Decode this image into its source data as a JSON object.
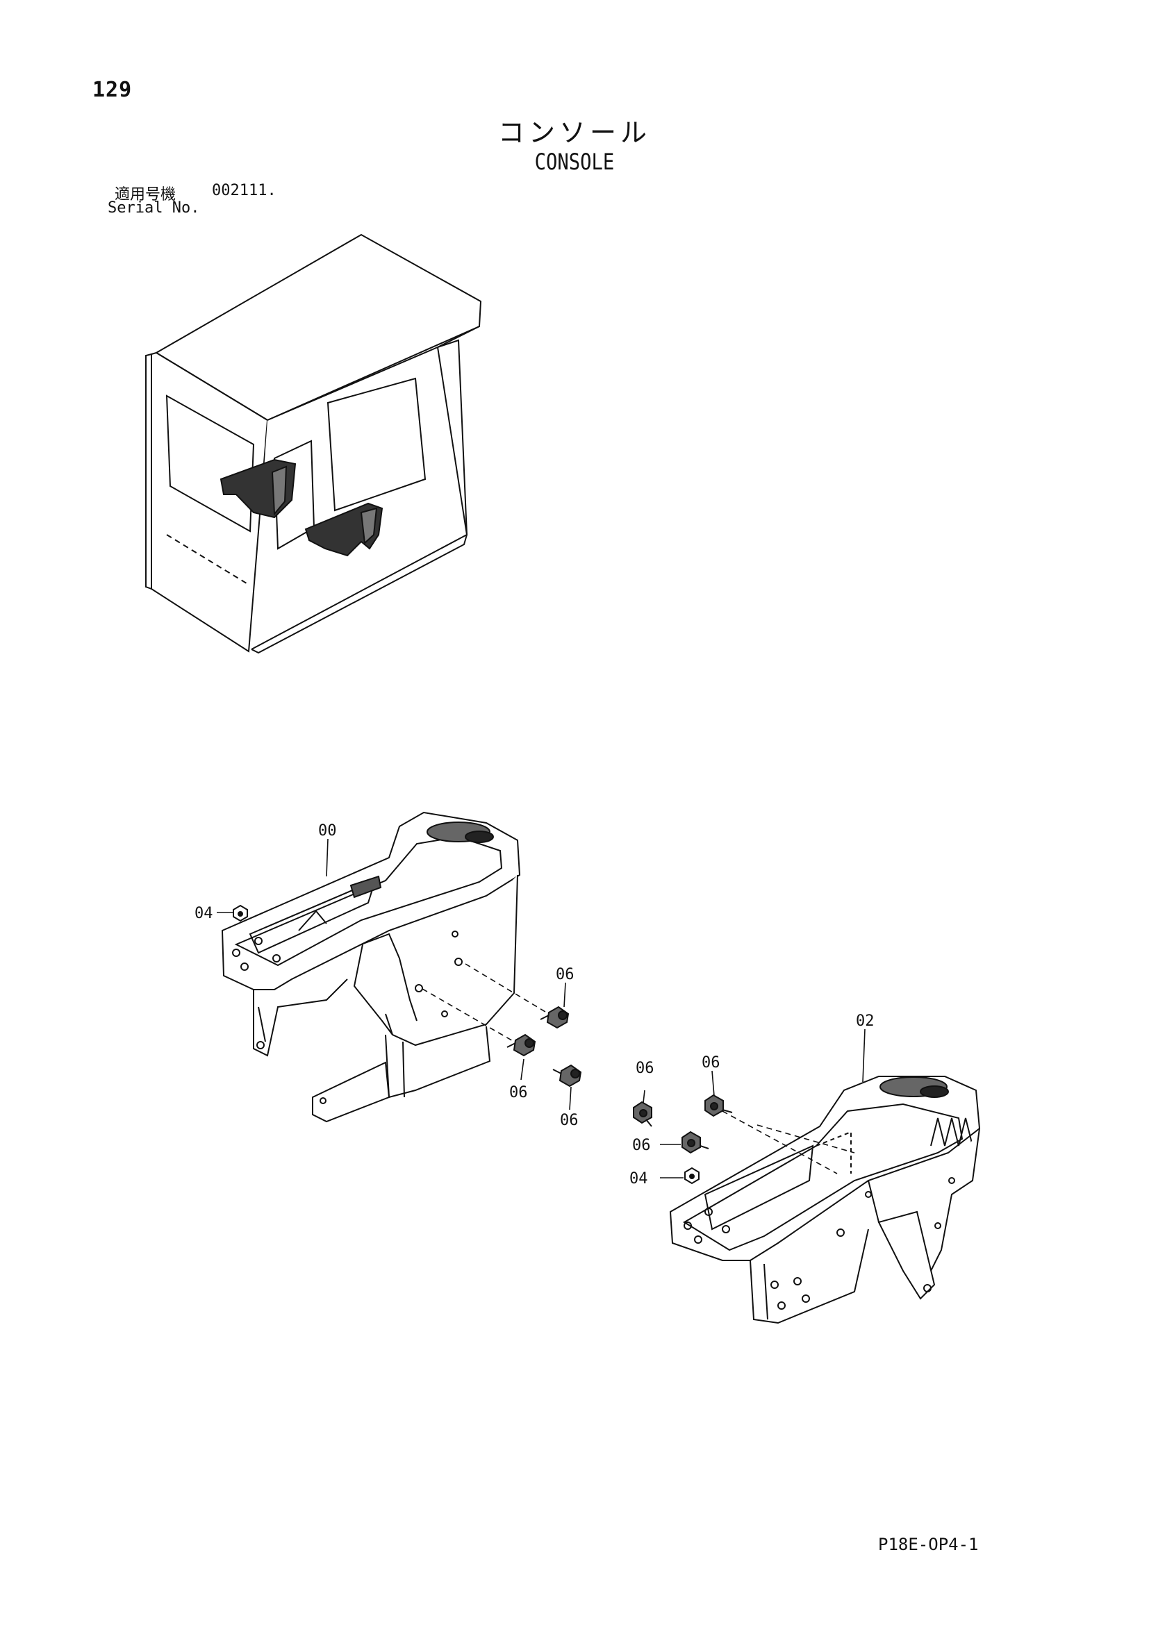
{
  "page": {
    "page_number": "129",
    "title_ja": "コンソール",
    "title_en": "CONSOLE",
    "serial_label_ja": "適用号機",
    "serial_value": "002111.",
    "serial_label_en": "Serial No.",
    "doc_code": "P18E-OP4-1"
  },
  "callouts": {
    "c00": "00",
    "c02": "02",
    "c04a": "04",
    "c04b": "04",
    "c06a": "06",
    "c06b": "06",
    "c06c": "06",
    "c06d": "06",
    "c06e": "06",
    "c06f": "06"
  }
}
